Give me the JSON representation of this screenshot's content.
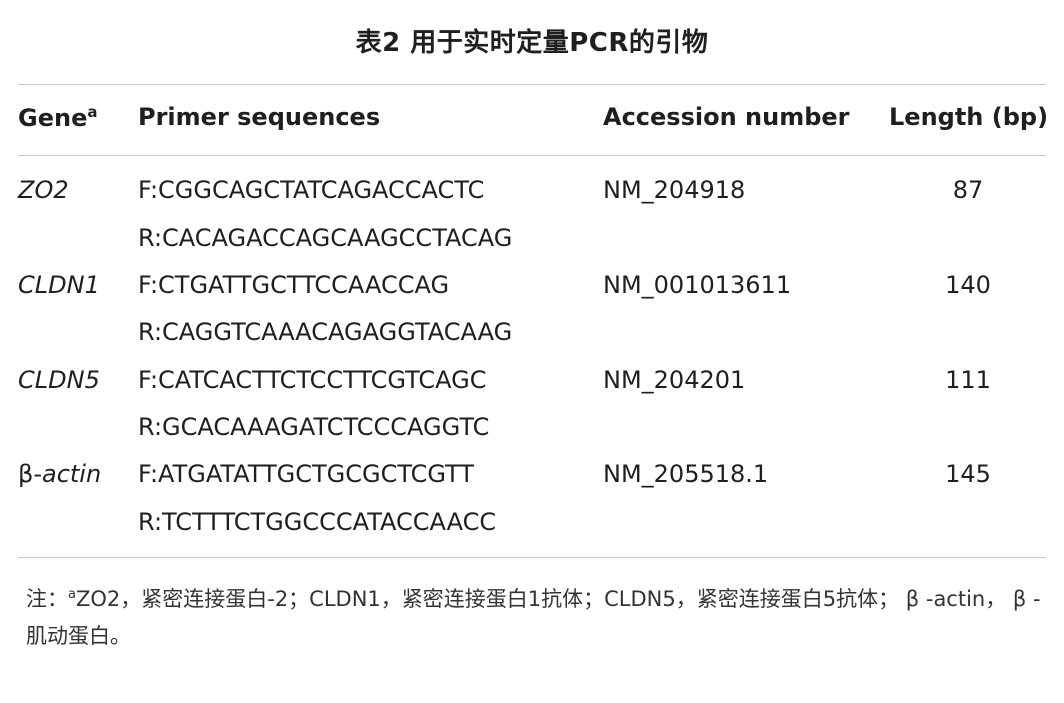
{
  "title": "表2 用于实时定量PCR的引物",
  "headers": {
    "gene": "Gene",
    "gene_sup": "a",
    "primer": "Primer sequences",
    "accession": "Accession number",
    "length": "Length (bp)"
  },
  "rows": [
    {
      "gene_prefix": "",
      "gene": "ZO2",
      "forward": "F:CGGCAGCTATCAGACCACTC",
      "reverse": "R:CACAGACCAGCAAGCCTACAG",
      "accession": "NM_204918",
      "length": "87"
    },
    {
      "gene_prefix": "",
      "gene": "CLDN1",
      "forward": "F:CTGATTGCTTCCAACCAG",
      "reverse": "R:CAGGTCAAACAGAGGTACAAG",
      "accession": "NM_001013611",
      "length": "140"
    },
    {
      "gene_prefix": "",
      "gene": "CLDN5",
      "forward": "F:CATCACTTCTCCTTCGTCAGC",
      "reverse": "R:GCACAAAGATCTCCCAGGTC",
      "accession": "NM_204201",
      "length": "111"
    },
    {
      "gene_prefix": "β-",
      "gene": "actin",
      "forward": "F:ATGATATTGCTGCGCTCGTT",
      "reverse": "R:TCTTTCTGGCCCATACCAACC",
      "accession": "NM_205518.1",
      "length": "145"
    }
  ],
  "note": {
    "lead": "注：",
    "sup": "a",
    "text": "ZO2，紧密连接蛋白-2；CLDN1，紧密连接蛋白1抗体；CLDN5，紧密连接蛋白5抗体； β -actin， β -肌动蛋白。"
  }
}
